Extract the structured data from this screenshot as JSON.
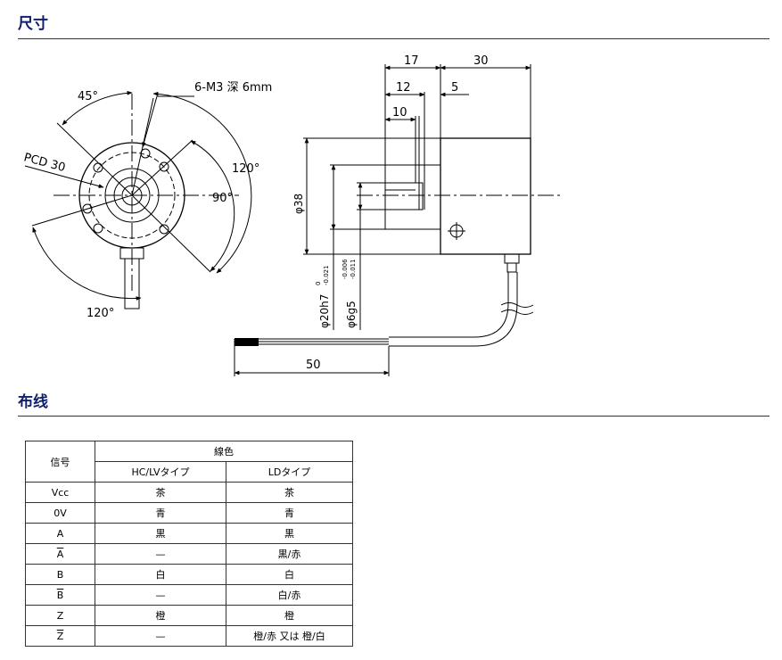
{
  "sections": {
    "dimensions_title": "尺寸",
    "wiring_title": "布线"
  },
  "drawing": {
    "front_view": {
      "angle_45": "45°",
      "angle_120_right": "120°",
      "angle_90": "90°",
      "angle_120_bottom": "120°",
      "pcd": "PCD 30",
      "screw": "6-M3 深 6mm"
    },
    "side_view": {
      "dim_17": "17",
      "dim_30": "30",
      "dim_12": "12",
      "dim_5": "5",
      "dim_10": "10",
      "dia_38": "φ38",
      "dia_20": "φ20h7",
      "dia_20_tol_upper": "0",
      "dia_20_tol_lower": "-0.021",
      "dia_6": "φ6g5",
      "dia_6_tol_upper": "-0.006",
      "dia_6_tol_lower": "-0.011",
      "dim_50": "50"
    }
  },
  "wiring_table": {
    "header_signal": "信号",
    "header_color": "線色",
    "header_hc": "HC/LVタイプ",
    "header_ld": "LDタイプ",
    "rows": [
      {
        "signal": "Vcc",
        "overline": false,
        "hc": "茶",
        "ld": "茶"
      },
      {
        "signal": "0V",
        "overline": false,
        "hc": "青",
        "ld": "青"
      },
      {
        "signal": "A",
        "overline": false,
        "hc": "黒",
        "ld": "黒"
      },
      {
        "signal": "A",
        "overline": true,
        "hc": "—",
        "ld": "黒/赤"
      },
      {
        "signal": "B",
        "overline": false,
        "hc": "白",
        "ld": "白"
      },
      {
        "signal": "B",
        "overline": true,
        "hc": "—",
        "ld": "白/赤"
      },
      {
        "signal": "Z",
        "overline": false,
        "hc": "橙",
        "ld": "橙"
      },
      {
        "signal": "Z",
        "overline": true,
        "hc": "—",
        "ld": "橙/赤 又は 橙/白"
      }
    ]
  }
}
